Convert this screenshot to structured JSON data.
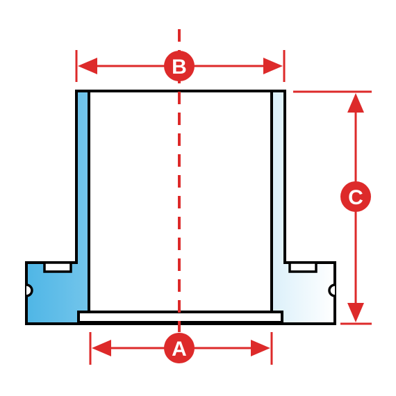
{
  "colors": {
    "dimension": "#dd2a2a",
    "outline": "#000000",
    "fill_dark": "#4fb6e6",
    "fill_light": "#ffffff",
    "background": "#ffffff"
  },
  "dimensions": {
    "a": {
      "label": "A"
    },
    "b": {
      "label": "B"
    },
    "c": {
      "label": "C"
    }
  }
}
